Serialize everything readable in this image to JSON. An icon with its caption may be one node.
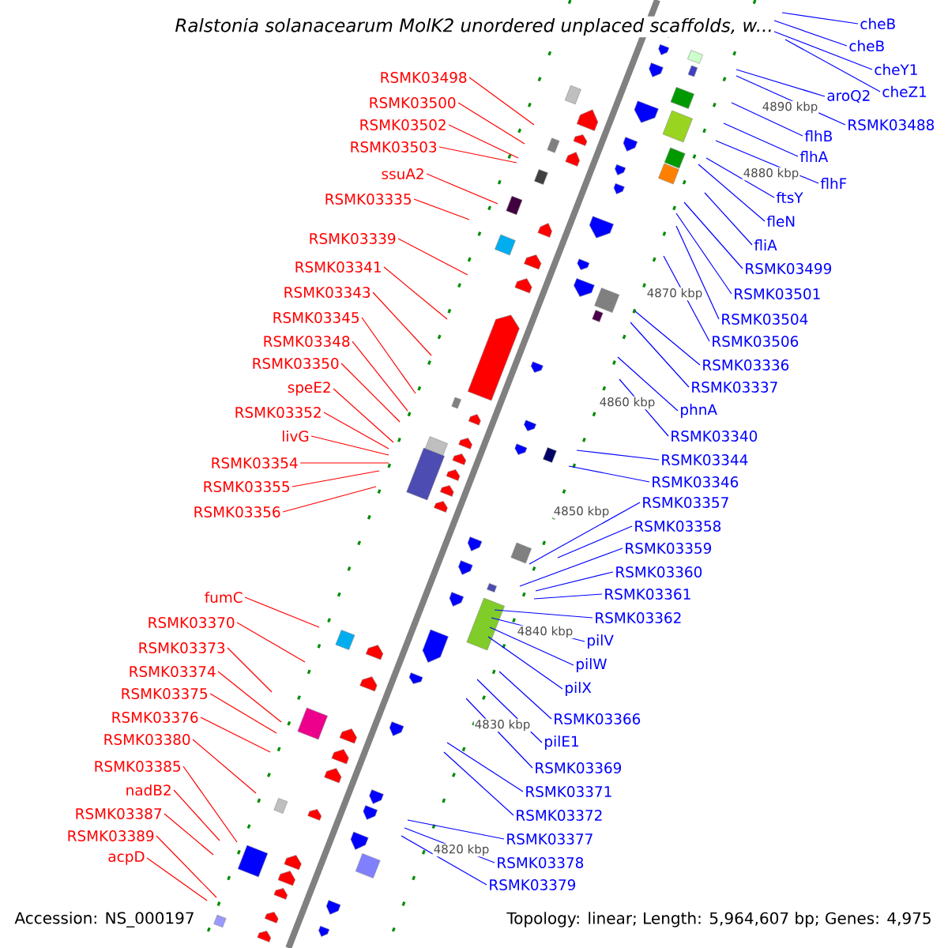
{
  "diagram": {
    "title": "Ralstonia solanacearum MolK2 unordered unplaced scaffolds, w...",
    "nodes": [
      {
        "text": [
          "RSMK03498"
        ]
      },
      {
        "text": [
          "RSMK03500"
        ]
      },
      {
        "text": [
          "RSMK03502"
        ]
      },
      {
        "text": [
          "RSMK03503"
        ]
      },
      {
        "text": [
          "ssuA2"
        ]
      },
      {
        "text": [
          "RSMK03335"
        ]
      },
      {
        "text": [
          "RSMK03339"
        ]
      },
      {
        "text": [
          "RSMK03341"
        ]
      },
      {
        "text": [
          "RSMK03343"
        ]
      },
      {
        "text": [
          "RSMK03345"
        ]
      },
      {
        "text": [
          "RSMK03348"
        ]
      },
      {
        "text": [
          "RSMK03350"
        ]
      },
      {
        "text": [
          "speE2"
        ]
      },
      {
        "text": [
          "RSMK03352"
        ]
      },
      {
        "text": [
          "livG"
        ]
      },
      {
        "text": [
          "RSMK03354"
        ]
      },
      {
        "text": [
          "RSMK03355"
        ]
      },
      {
        "text": [
          "RSMK03356"
        ]
      },
      {
        "text": [
          "fumC"
        ]
      },
      {
        "text": [
          "RSMK03370"
        ]
      },
      {
        "text": [
          "RSMK03373"
        ]
      },
      {
        "text": [
          "RSMK03374"
        ]
      },
      {
        "text": [
          "RSMK03375"
        ]
      },
      {
        "text": [
          "RSMK03376"
        ]
      },
      {
        "text": [
          "RSMK03380"
        ]
      },
      {
        "text": [
          "RSMK03385"
        ]
      },
      {
        "text": [
          "nadB2"
        ]
      },
      {
        "text": [
          "RSMK03387"
        ]
      },
      {
        "text": [
          "RSMK03389"
        ]
      },
      {
        "text": [
          "acpD"
        ]
      },
      {
        "text": [
          "cheB"
        ]
      },
      {
        "text": [
          "cheB"
        ]
      },
      {
        "text": [
          "cheY1"
        ]
      },
      {
        "text": [
          "cheZ1"
        ]
      },
      {
        "text": [
          "aroQ2"
        ]
      },
      {
        "text": [
          "RSMK03488"
        ]
      },
      {
        "text": [
          "flhB"
        ]
      },
      {
        "text": [
          "flhA"
        ]
      },
      {
        "text": [
          "flhF"
        ]
      },
      {
        "text": [
          "ftsY"
        ]
      },
      {
        "text": [
          "fleN"
        ]
      },
      {
        "text": [
          "fliA"
        ]
      },
      {
        "text": [
          "RSMK03499"
        ]
      },
      {
        "text": [
          "RSMK03501"
        ]
      },
      {
        "text": [
          "RSMK03504"
        ]
      },
      {
        "text": [
          "RSMK03506"
        ]
      },
      {
        "text": [
          "RSMK03336"
        ]
      },
      {
        "text": [
          "RSMK03337"
        ]
      },
      {
        "text": [
          "phnA"
        ]
      },
      {
        "text": [
          "RSMK03340"
        ]
      },
      {
        "text": [
          "RSMK03344"
        ]
      },
      {
        "text": [
          "RSMK03346"
        ]
      },
      {
        "text": [
          "RSMK03357"
        ]
      },
      {
        "text": [
          "RSMK03358"
        ]
      },
      {
        "text": [
          "RSMK03359"
        ]
      },
      {
        "text": [
          "RSMK03360"
        ]
      },
      {
        "text": [
          "RSMK03361"
        ]
      },
      {
        "text": [
          "RSMK03362"
        ]
      },
      {
        "text": [
          "pilV"
        ]
      },
      {
        "text": [
          "pilW"
        ]
      },
      {
        "text": [
          "pilX"
        ]
      },
      {
        "text": [
          "RSMK03366"
        ]
      },
      {
        "text": [
          "pilE1"
        ]
      },
      {
        "text": [
          "RSMK03369"
        ]
      },
      {
        "text": [
          "RSMK03371"
        ]
      },
      {
        "text": [
          "RSMK03372"
        ]
      },
      {
        "text": [
          "RSMK03377"
        ]
      },
      {
        "text": [
          "RSMK03378"
        ]
      },
      {
        "text": [
          "RSMK03379"
        ]
      }
    ],
    "edges": [
      {
        "from": 0,
        "to": null,
        "arrow": "none",
        "color": "#ff0000"
      },
      {
        "from": 1,
        "to": null,
        "arrow": "none",
        "color": "#ff0000"
      },
      {
        "from": 2,
        "to": null,
        "arrow": "none",
        "color": "#ff0000"
      },
      {
        "from": 3,
        "to": null,
        "arrow": "none",
        "color": "#ff0000"
      },
      {
        "from": 4,
        "to": null,
        "arrow": "none",
        "color": "#ff0000"
      },
      {
        "from": 5,
        "to": null,
        "arrow": "none",
        "color": "#ff0000"
      },
      {
        "from": 6,
        "to": null,
        "arrow": "none",
        "color": "#ff0000"
      },
      {
        "from": 7,
        "to": null,
        "arrow": "none",
        "color": "#ff0000"
      },
      {
        "from": 8,
        "to": null,
        "arrow": "none",
        "color": "#ff0000"
      },
      {
        "from": 9,
        "to": null,
        "arrow": "none",
        "color": "#ff0000"
      },
      {
        "from": 10,
        "to": null,
        "arrow": "none",
        "color": "#ff0000"
      },
      {
        "from": 11,
        "to": null,
        "arrow": "none",
        "color": "#ff0000"
      },
      {
        "from": 12,
        "to": null,
        "arrow": "none",
        "color": "#ff0000"
      },
      {
        "from": 13,
        "to": null,
        "arrow": "none",
        "color": "#ff0000"
      },
      {
        "from": 14,
        "to": null,
        "arrow": "none",
        "color": "#ff0000"
      },
      {
        "from": 15,
        "to": null,
        "arrow": "none",
        "color": "#ff0000"
      },
      {
        "from": 16,
        "to": null,
        "arrow": "none",
        "color": "#ff0000"
      },
      {
        "from": 17,
        "to": null,
        "arrow": "none",
        "color": "#ff0000"
      },
      {
        "from": 18,
        "to": null,
        "arrow": "none",
        "color": "#ff0000"
      },
      {
        "from": 19,
        "to": null,
        "arrow": "none",
        "color": "#ff0000"
      },
      {
        "from": 20,
        "to": null,
        "arrow": "none",
        "color": "#ff0000"
      },
      {
        "from": 21,
        "to": null,
        "arrow": "none",
        "color": "#ff0000"
      },
      {
        "from": 22,
        "to": null,
        "arrow": "none",
        "color": "#ff0000"
      },
      {
        "from": 23,
        "to": null,
        "arrow": "none",
        "color": "#ff0000"
      },
      {
        "from": 24,
        "to": null,
        "arrow": "none",
        "color": "#ff0000"
      },
      {
        "from": 25,
        "to": null,
        "arrow": "none",
        "color": "#ff0000"
      },
      {
        "from": 26,
        "to": null,
        "arrow": "none",
        "color": "#ff0000"
      },
      {
        "from": 27,
        "to": null,
        "arrow": "none",
        "color": "#ff0000"
      },
      {
        "from": 28,
        "to": null,
        "arrow": "none",
        "color": "#ff0000"
      },
      {
        "from": 29,
        "to": null,
        "arrow": "none",
        "color": "#ff0000"
      },
      {
        "from": 30,
        "to": null,
        "arrow": "none",
        "color": "#0000ff"
      },
      {
        "from": 31,
        "to": null,
        "arrow": "none",
        "color": "#0000ff"
      },
      {
        "from": 32,
        "to": null,
        "arrow": "none",
        "color": "#0000ff"
      },
      {
        "from": 33,
        "to": null,
        "arrow": "none",
        "color": "#0000ff"
      },
      {
        "from": 34,
        "to": null,
        "arrow": "none",
        "color": "#0000ff"
      },
      {
        "from": 35,
        "to": null,
        "arrow": "none",
        "color": "#0000ff"
      },
      {
        "from": 36,
        "to": null,
        "arrow": "none",
        "color": "#0000ff"
      },
      {
        "from": 37,
        "to": null,
        "arrow": "none",
        "color": "#0000ff"
      },
      {
        "from": 38,
        "to": null,
        "arrow": "none",
        "color": "#0000ff"
      },
      {
        "from": 39,
        "to": null,
        "arrow": "none",
        "color": "#0000ff"
      },
      {
        "from": 40,
        "to": null,
        "arrow": "none",
        "color": "#0000ff"
      },
      {
        "from": 41,
        "to": null,
        "arrow": "none",
        "color": "#0000ff"
      },
      {
        "from": 42,
        "to": null,
        "arrow": "none",
        "color": "#0000ff"
      },
      {
        "from": 43,
        "to": null,
        "arrow": "none",
        "color": "#0000ff"
      },
      {
        "from": 44,
        "to": null,
        "arrow": "none",
        "color": "#0000ff"
      },
      {
        "from": 45,
        "to": null,
        "arrow": "none",
        "color": "#0000ff"
      },
      {
        "from": 46,
        "to": null,
        "arrow": "none",
        "color": "#0000ff"
      },
      {
        "from": 47,
        "to": null,
        "arrow": "none",
        "color": "#0000ff"
      },
      {
        "from": 48,
        "to": null,
        "arrow": "none",
        "color": "#0000ff"
      },
      {
        "from": 49,
        "to": null,
        "arrow": "none",
        "color": "#0000ff"
      },
      {
        "from": 50,
        "to": null,
        "arrow": "none",
        "color": "#0000ff"
      },
      {
        "from": 51,
        "to": null,
        "arrow": "none",
        "color": "#0000ff"
      },
      {
        "from": 52,
        "to": null,
        "arrow": "none",
        "color": "#0000ff"
      },
      {
        "from": 53,
        "to": null,
        "arrow": "none",
        "color": "#0000ff"
      },
      {
        "from": 54,
        "to": null,
        "arrow": "none",
        "color": "#0000ff"
      },
      {
        "from": 55,
        "to": null,
        "arrow": "none",
        "color": "#0000ff"
      },
      {
        "from": 56,
        "to": null,
        "arrow": "none",
        "color": "#0000ff"
      },
      {
        "from": 57,
        "to": null,
        "arrow": "none",
        "color": "#0000ff"
      },
      {
        "from": 58,
        "to": null,
        "arrow": "none",
        "color": "#0000ff"
      },
      {
        "from": 59,
        "to": null,
        "arrow": "none",
        "color": "#0000ff"
      },
      {
        "from": 60,
        "to": null,
        "arrow": "none",
        "color": "#0000ff"
      },
      {
        "from": 61,
        "to": null,
        "arrow": "none",
        "color": "#0000ff"
      },
      {
        "from": 62,
        "to": null,
        "arrow": "none",
        "color": "#0000ff"
      },
      {
        "from": 63,
        "to": null,
        "arrow": "none",
        "color": "#0000ff"
      },
      {
        "from": 64,
        "to": null,
        "arrow": "none",
        "color": "#0000ff"
      },
      {
        "from": 65,
        "to": null,
        "arrow": "none",
        "color": "#0000ff"
      },
      {
        "from": 66,
        "to": null,
        "arrow": "none",
        "color": "#0000ff"
      },
      {
        "from": 67,
        "to": null,
        "arrow": "none",
        "color": "#0000ff"
      },
      {
        "from": 68,
        "to": null,
        "arrow": "none",
        "color": "#0000ff"
      }
    ],
    "labels": [
      "4890 kbp",
      "4880 kbp",
      "4870 kbp",
      "4860 kbp",
      "4850 kbp",
      "4840 kbp",
      "4830 kbp",
      "4820 kbp",
      "Accession: NS_000197",
      "Topology: linear; Length: 5,964,607 bp; Genes: 4,975"
    ]
  }
}
